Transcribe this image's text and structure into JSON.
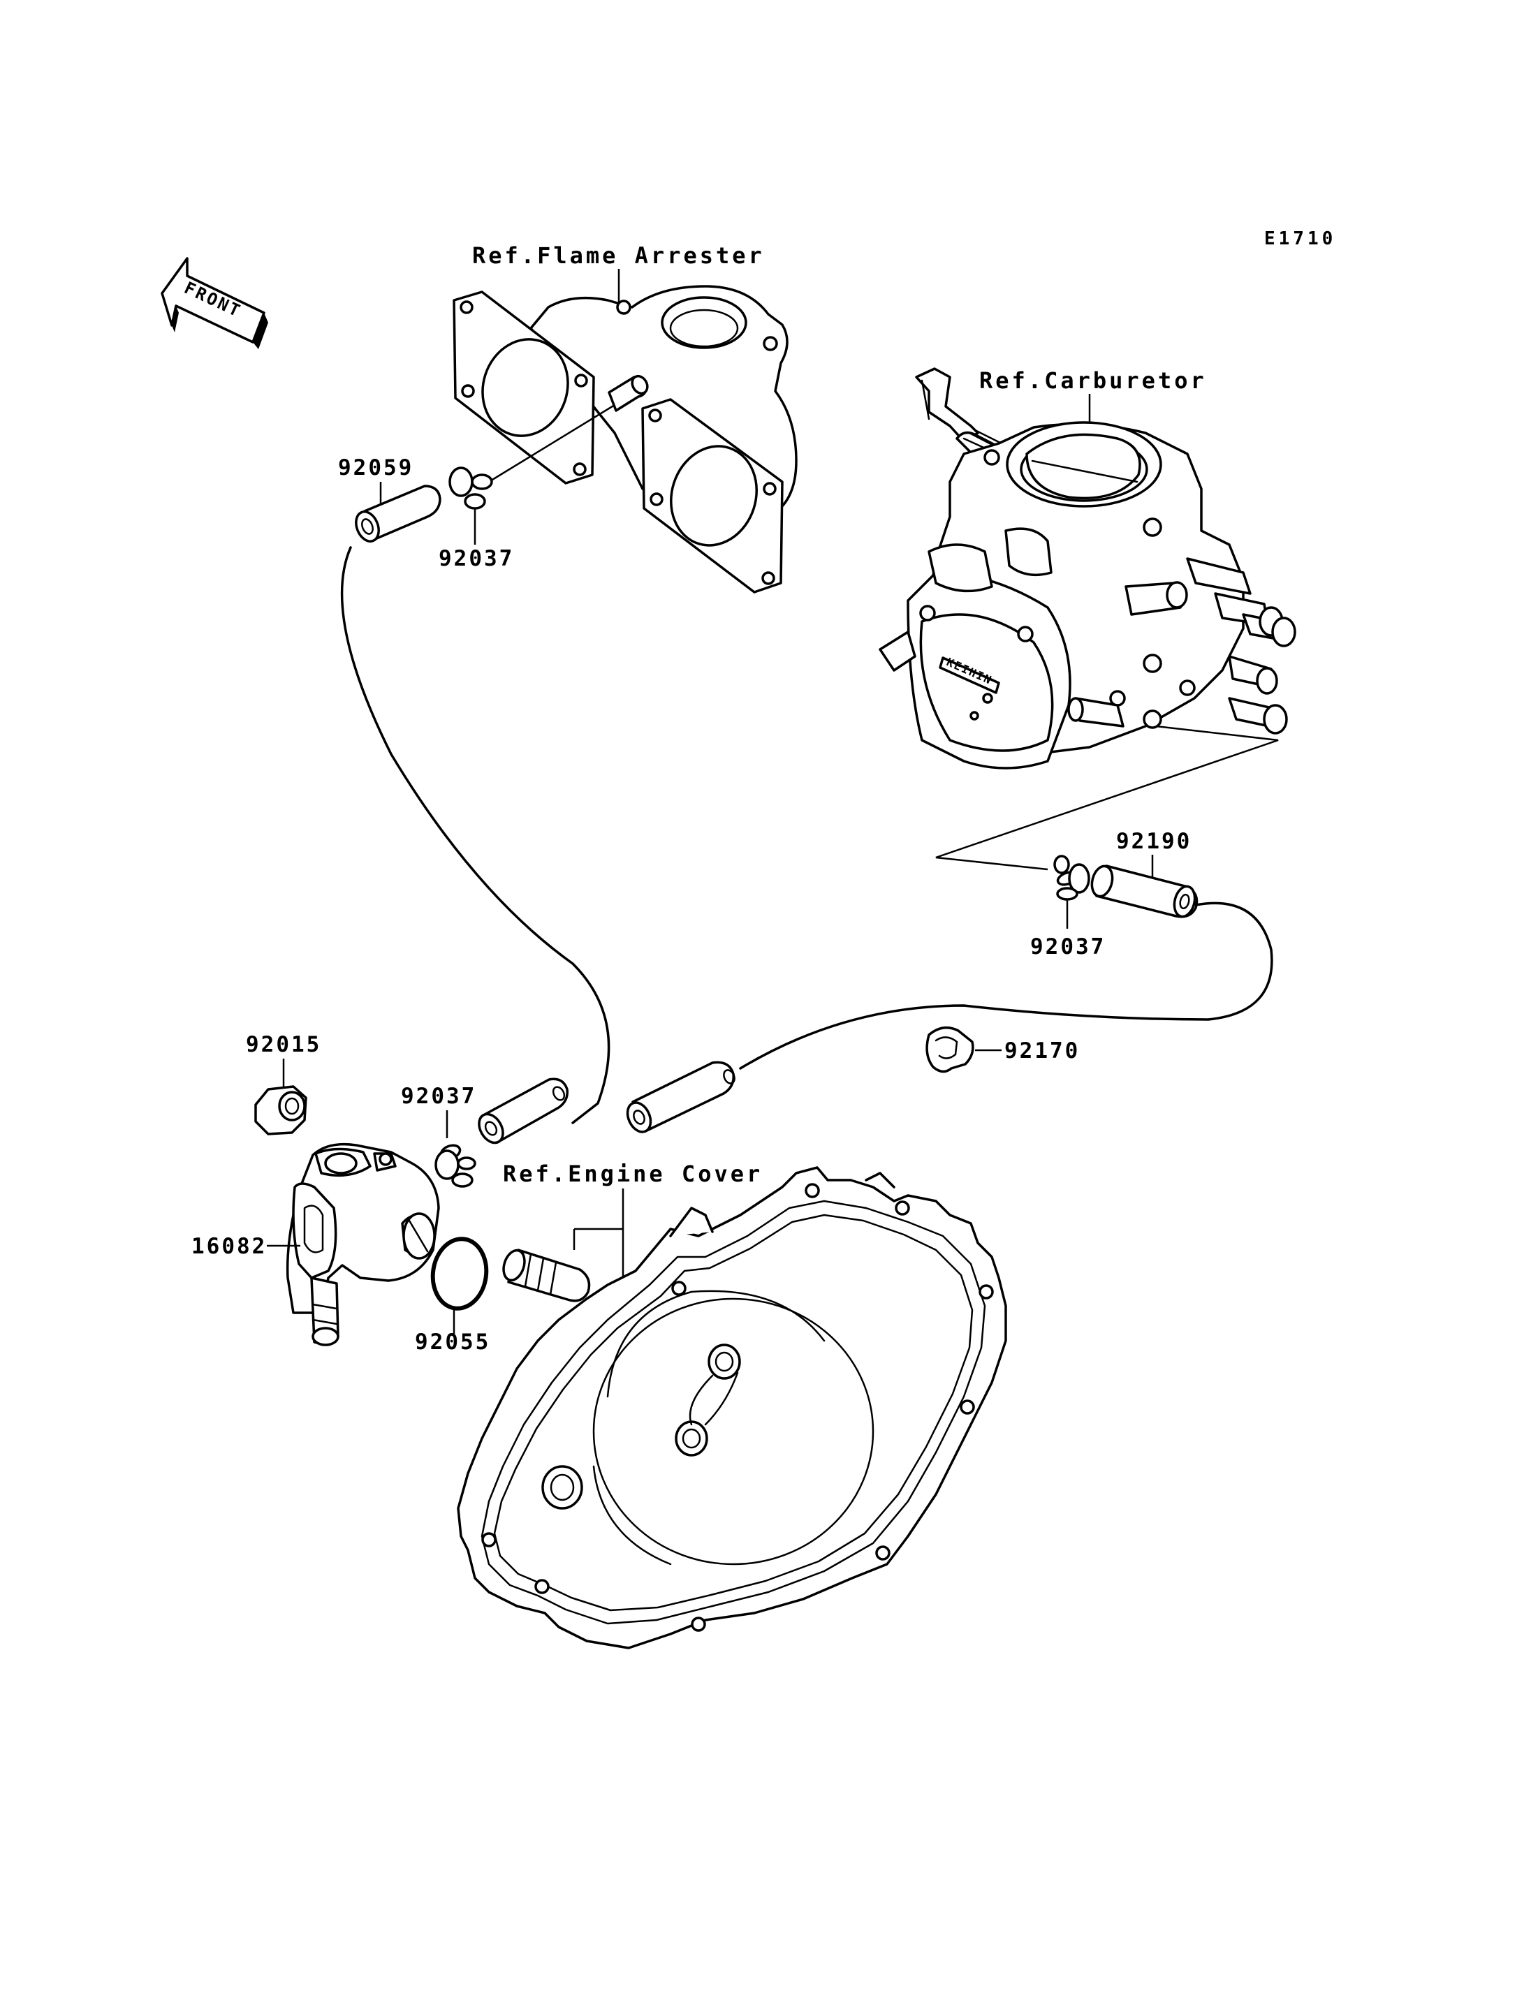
{
  "diagram_code": "E1710",
  "front_arrow": {
    "text": "FRONT",
    "icon": "front-direction-arrow"
  },
  "references": {
    "flame_arrester": "Ref.Flame Arrester",
    "carburetor": "Ref.Carburetor",
    "engine_cover": "Ref.Engine Cover"
  },
  "parts": {
    "hose_92059": "92059",
    "clamp_92037_top": "92037",
    "hose_92190": "92190",
    "clamp_92037_right": "92037",
    "clip_92170": "92170",
    "nut_92015": "92015",
    "clamp_92037_mid": "92037",
    "valve_16082": "16082",
    "oring_92055": "92055"
  },
  "carburetor_brand": "KEIHIN"
}
